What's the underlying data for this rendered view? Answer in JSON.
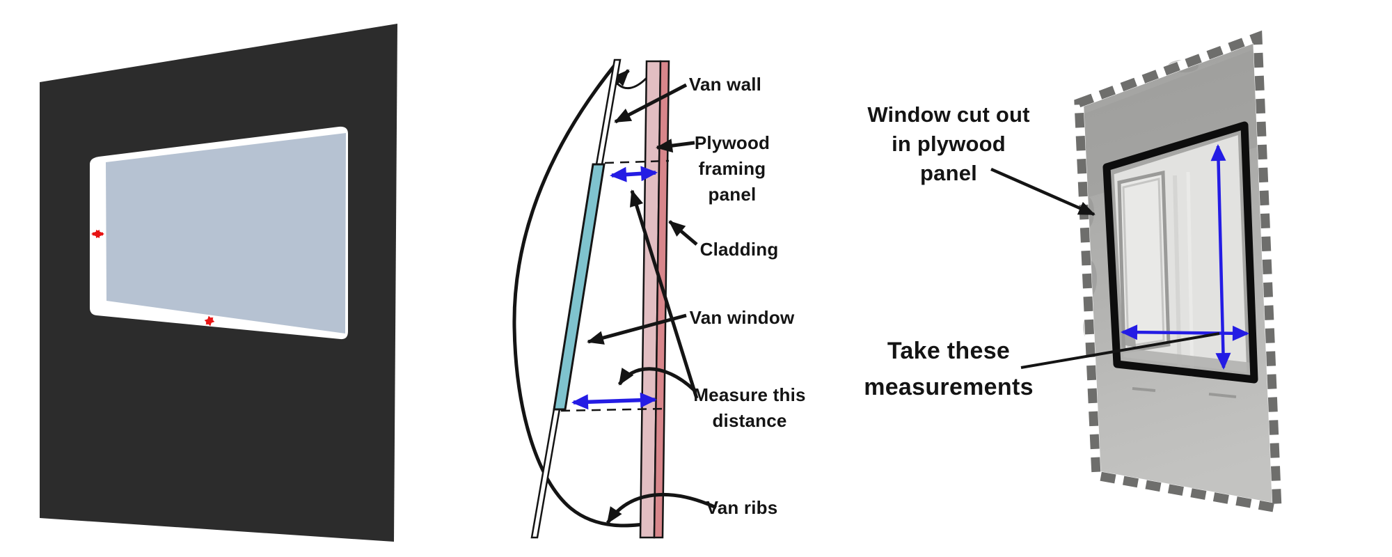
{
  "colors": {
    "background": "#ffffff",
    "ink": "#141414",
    "red_arrow": "#e81414",
    "blue_arrow": "#241ce4",
    "panel_dark": "#2c2c2c",
    "glass_blue": "#b6c2d2",
    "cutout_white": "#ffffff",
    "window_teal": "#7fc3ce",
    "plywood_pink": "#e2bec2",
    "cladding_rose": "#d8868b",
    "plywood_gray": "#adadab",
    "notch_gray": "#6e6e6c",
    "pane_glass": "#e2e2e0",
    "glass_inset": "#979795",
    "frame_black": "#0d0d0d"
  },
  "middle_diagram": {
    "labels": {
      "van_wall": "Van wall",
      "plywood_panel": [
        "Plywood",
        "framing",
        "panel"
      ],
      "cladding": "Cladding",
      "van_window": "Van window",
      "measure_distance": [
        "Measure this",
        "distance"
      ],
      "van_ribs": "Van ribs"
    }
  },
  "right_panel": {
    "labels": {
      "window_cutout": [
        "Window cut out",
        "in plywood",
        "panel"
      ],
      "take_measurements": [
        "Take these",
        "measurements"
      ]
    }
  },
  "icons": {
    "red_gap_width_arrow": "double-headed-arrow",
    "red_gap_depth_arrow": "double-headed-arrow",
    "blue_top_gap_arrow": "double-headed-arrow",
    "blue_bottom_gap_arrow": "double-headed-arrow",
    "blue_cutout_width_arrow": "double-headed-arrow",
    "blue_cutout_height_arrow": "double-headed-arrow",
    "annotation_leader": "leader-arrow"
  }
}
